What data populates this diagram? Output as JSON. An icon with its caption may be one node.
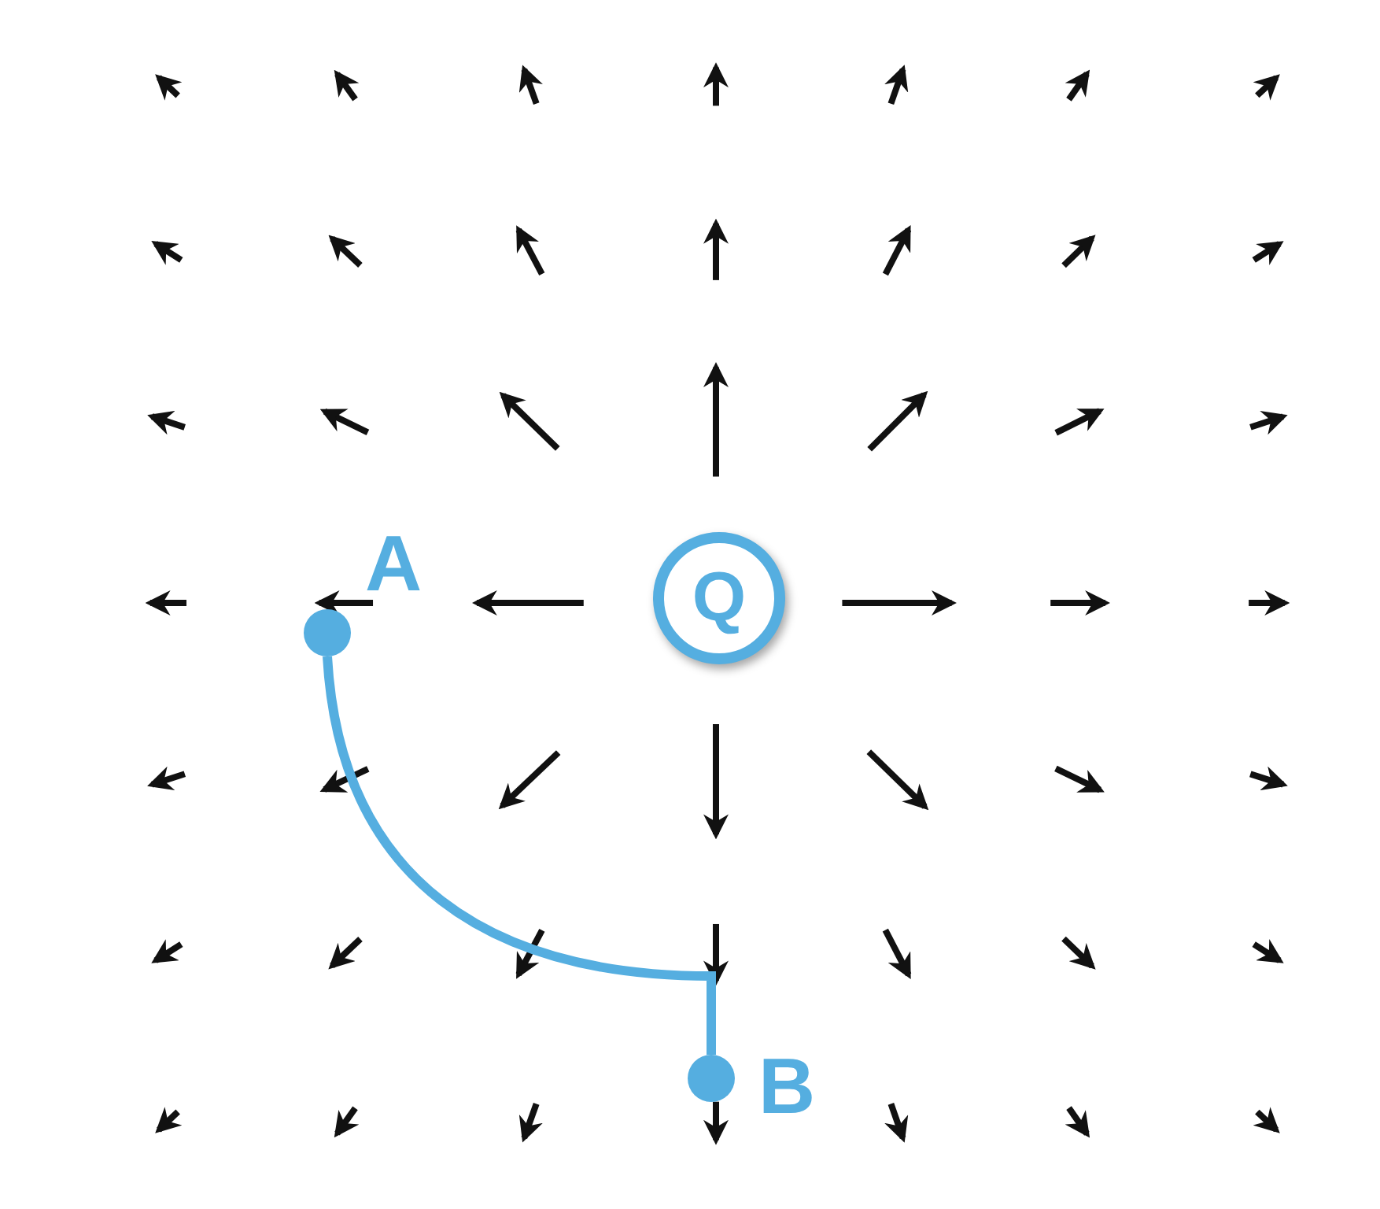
{
  "diagram": {
    "nodes": [
      {
        "text": [
          "Q"
        ]
      },
      {
        "text": [],
        "shape": "circle",
        "beside": [
          "A"
        ]
      },
      {
        "text": [],
        "shape": "circle",
        "beside": [
          "B"
        ]
      }
    ],
    "edges": [
      {
        "from": 1,
        "to": 2,
        "arrow": "none"
      }
    ]
  }
}
